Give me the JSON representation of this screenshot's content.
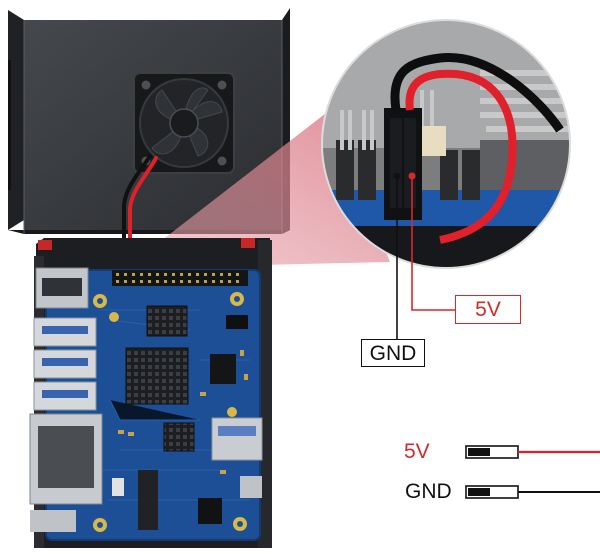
{
  "callouts": {
    "v5": "5V",
    "gnd": "GND"
  },
  "legend": {
    "v5": "5V",
    "gnd": "GND"
  },
  "colors": {
    "positive_wire": "#e0202a",
    "ground_wire": "#111111",
    "board": "#1d4f96",
    "case": "#2a2c30",
    "magnifier_fill": "#e6a3ab"
  }
}
